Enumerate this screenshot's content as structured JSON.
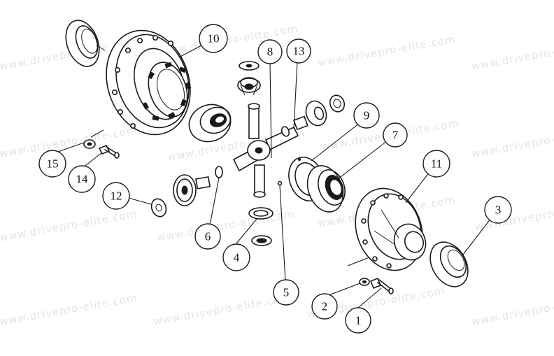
{
  "watermark": "www.drivepro-elite.com",
  "parts": [
    {
      "id": "p1",
      "label": "1"
    },
    {
      "id": "p2",
      "label": "2"
    },
    {
      "id": "p3",
      "label": "3"
    },
    {
      "id": "p4",
      "label": "4"
    },
    {
      "id": "p5",
      "label": "5"
    },
    {
      "id": "p6",
      "label": "6"
    },
    {
      "id": "p7",
      "label": "7"
    },
    {
      "id": "p8",
      "label": "8"
    },
    {
      "id": "p9",
      "label": "9"
    },
    {
      "id": "p10",
      "label": "10"
    },
    {
      "id": "p11",
      "label": "11"
    },
    {
      "id": "p12",
      "label": "12"
    },
    {
      "id": "p13",
      "label": "13"
    },
    {
      "id": "p14",
      "label": "14"
    },
    {
      "id": "p15",
      "label": "15"
    }
  ]
}
